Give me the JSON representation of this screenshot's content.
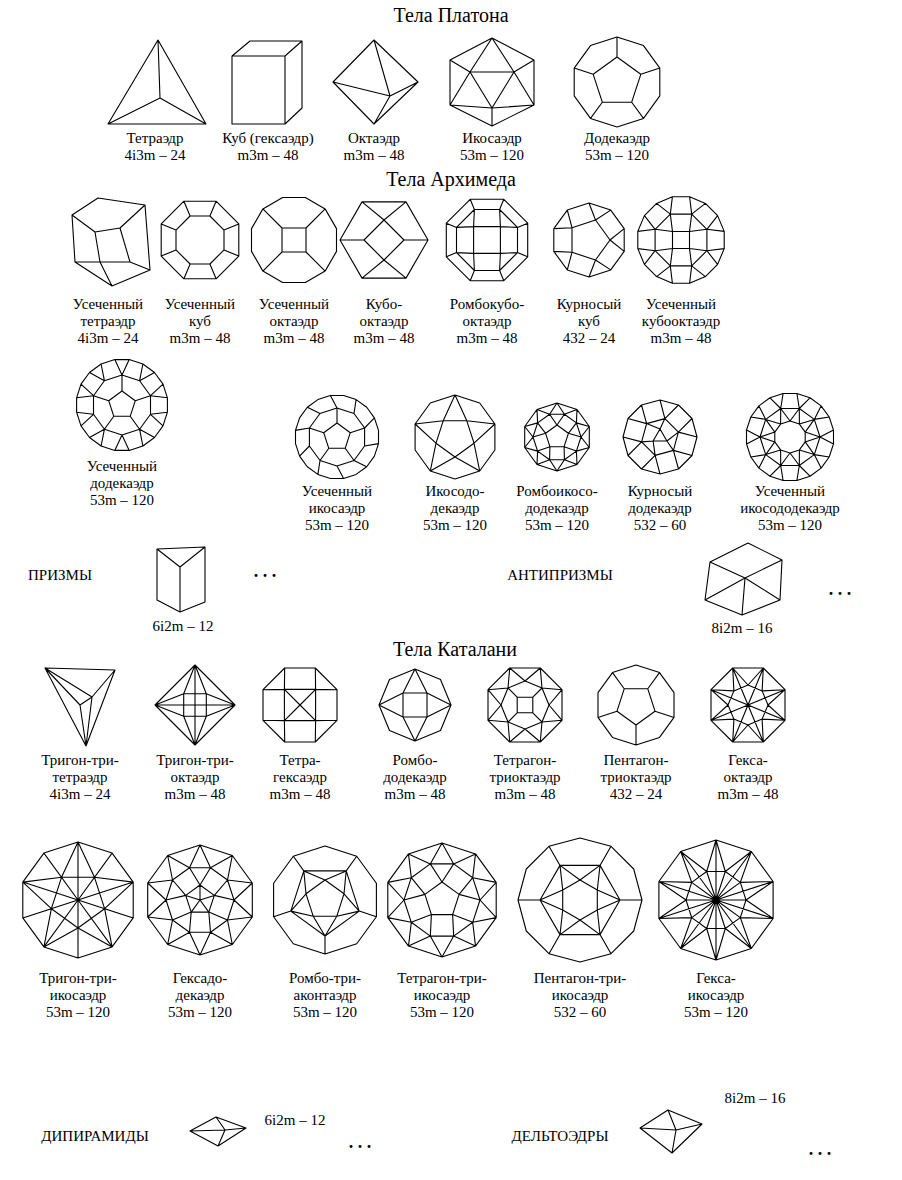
{
  "diagram": {
    "labels": [
      "Тела Платона",
      "Тетраэдр",
      "4i3m – 24",
      "Куб (гексаэдр)",
      "m3m – 48",
      "Октаэдр",
      "m3m – 48",
      "Икосаэдр",
      "53m – 120",
      "Додекаэдр",
      "53m – 120",
      "Тела Архимеда",
      "Усеченный тетраэдр",
      "4i3m – 24",
      "Усеченный куб",
      "m3m – 48",
      "Усеченный октаэдр",
      "m3m – 48",
      "Кубо- октаэдр",
      "m3m – 48",
      "Ромбокубо- октаэдр",
      "m3m – 48",
      "Курносый куб",
      "432 – 24",
      "Усеченный кубооктаэдр",
      "m3m – 48",
      "Усеченный додекаэдр",
      "53m – 120",
      "Усеченный икосаэдр",
      "53m – 120",
      "Икосодо- декаэдр",
      "53m – 120",
      "Ромбоикосо- додекаэдр",
      "53m – 120",
      "Курносый додекаэдр",
      "532 – 60",
      "Усеченный икосододекаэдр",
      "53m – 120",
      "ПРИЗМЫ",
      ". . .",
      "6i2m – 12",
      "АНТИПРИЗМЫ",
      ". . .",
      "8i2m – 16",
      "Тела Каталани",
      "Тригон-три- тетраэдр",
      "4i3m – 24",
      "Тригон-три- октаэдр",
      "m3m – 48",
      "Тетра- гексаэдр",
      "m3m – 48",
      "Ромбо- додекаэдр",
      "m3m – 48",
      "Тетрагон- триоктаэдр",
      "m3m – 48",
      "Пентагон- триоктаэдр",
      "432 – 24",
      "Гекса- октаэдр",
      "m3m – 48",
      "Тригон-три- икосаэдр",
      "53m – 120",
      "Гексадо- декаэдр",
      "53m – 120",
      "Ромбо-три- аконтаэдр",
      "53m – 120",
      "Тетрагон-три- икосаэдр",
      "53m – 120",
      "Пентагон-три- икосаэдр",
      "532 – 60",
      "Гекса- икосаэдр",
      "53m – 120",
      "ДИПИРАМИДЫ",
      "6i2m – 12",
      ". . .",
      "ДЕЛЬТОЭДРЫ",
      "8i2m – 16",
      ". . ."
    ]
  }
}
